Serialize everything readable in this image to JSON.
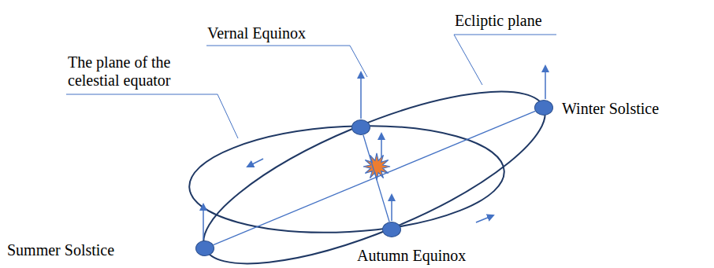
{
  "diagram": {
    "nodes": [
      {
        "text": [
          "Vernal Equinox"
        ]
      },
      {
        "text": [
          "Winter Solstice"
        ]
      },
      {
        "text": [
          "Summer Solstice"
        ]
      },
      {
        "text": [
          "Autumn Equinox"
        ]
      }
    ],
    "edges": [
      {
        "from": 2,
        "to": 1,
        "arrow": "none"
      },
      {
        "from": 0,
        "to": 3,
        "arrow": "none"
      }
    ],
    "labels": [
      "Ecliptic plane",
      "The plane of the celestial equator"
    ]
  }
}
